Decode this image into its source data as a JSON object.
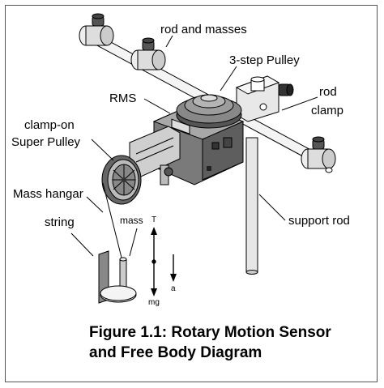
{
  "labels": {
    "rod_and_masses": "rod and masses",
    "three_step_pulley": "3-step Pulley",
    "rms": "RMS",
    "rod_clamp_line1": "rod",
    "rod_clamp_line2": "clamp",
    "clamp_on_line1": "clamp-on",
    "clamp_on_line2": "Super Pulley",
    "mass_hangar": "Mass hangar",
    "string": "string",
    "mass": "mass",
    "support_rod": "support rod"
  },
  "free_body": {
    "tension": "T",
    "weight": "mg",
    "acceleration": "a"
  },
  "caption": {
    "line1": "Figure 1.1: Rotary Motion Sensor",
    "line2": "and Free Body Diagram"
  },
  "colors": {
    "ink": "#000000",
    "metal_dark": "#555555",
    "metal_mid": "#9a9a9a",
    "metal_light": "#d8d8d8",
    "frame": "#555555"
  }
}
